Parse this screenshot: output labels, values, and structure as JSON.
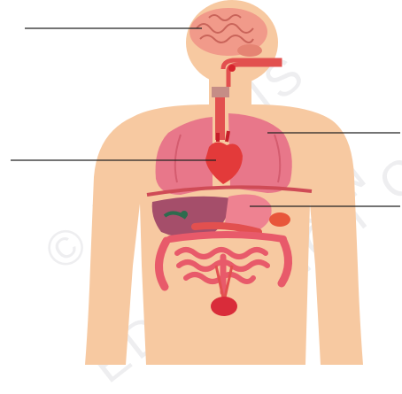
{
  "diagram": {
    "subject": "human-body-internal-organs",
    "colors": {
      "skin": "#f7c9a1",
      "organ_pink": "#e8778a",
      "organ_red": "#e33a3a",
      "liver": "#a54e6a",
      "gallbladder": "#2d6b4e",
      "brain": "#f19a8a",
      "intestine": "#e85a6a",
      "pointer_line": "#222222"
    },
    "pointer_lines": [
      {
        "id": "brain-pointer",
        "label": ""
      },
      {
        "id": "heart-pointer",
        "label": ""
      },
      {
        "id": "lung-pointer",
        "label": ""
      },
      {
        "id": "stomach-pointer",
        "label": ""
      }
    ]
  },
  "watermark": {
    "line1": "© PRAADIS",
    "line2": "EDUCATION",
    "line3": "DO NOT COPY"
  }
}
